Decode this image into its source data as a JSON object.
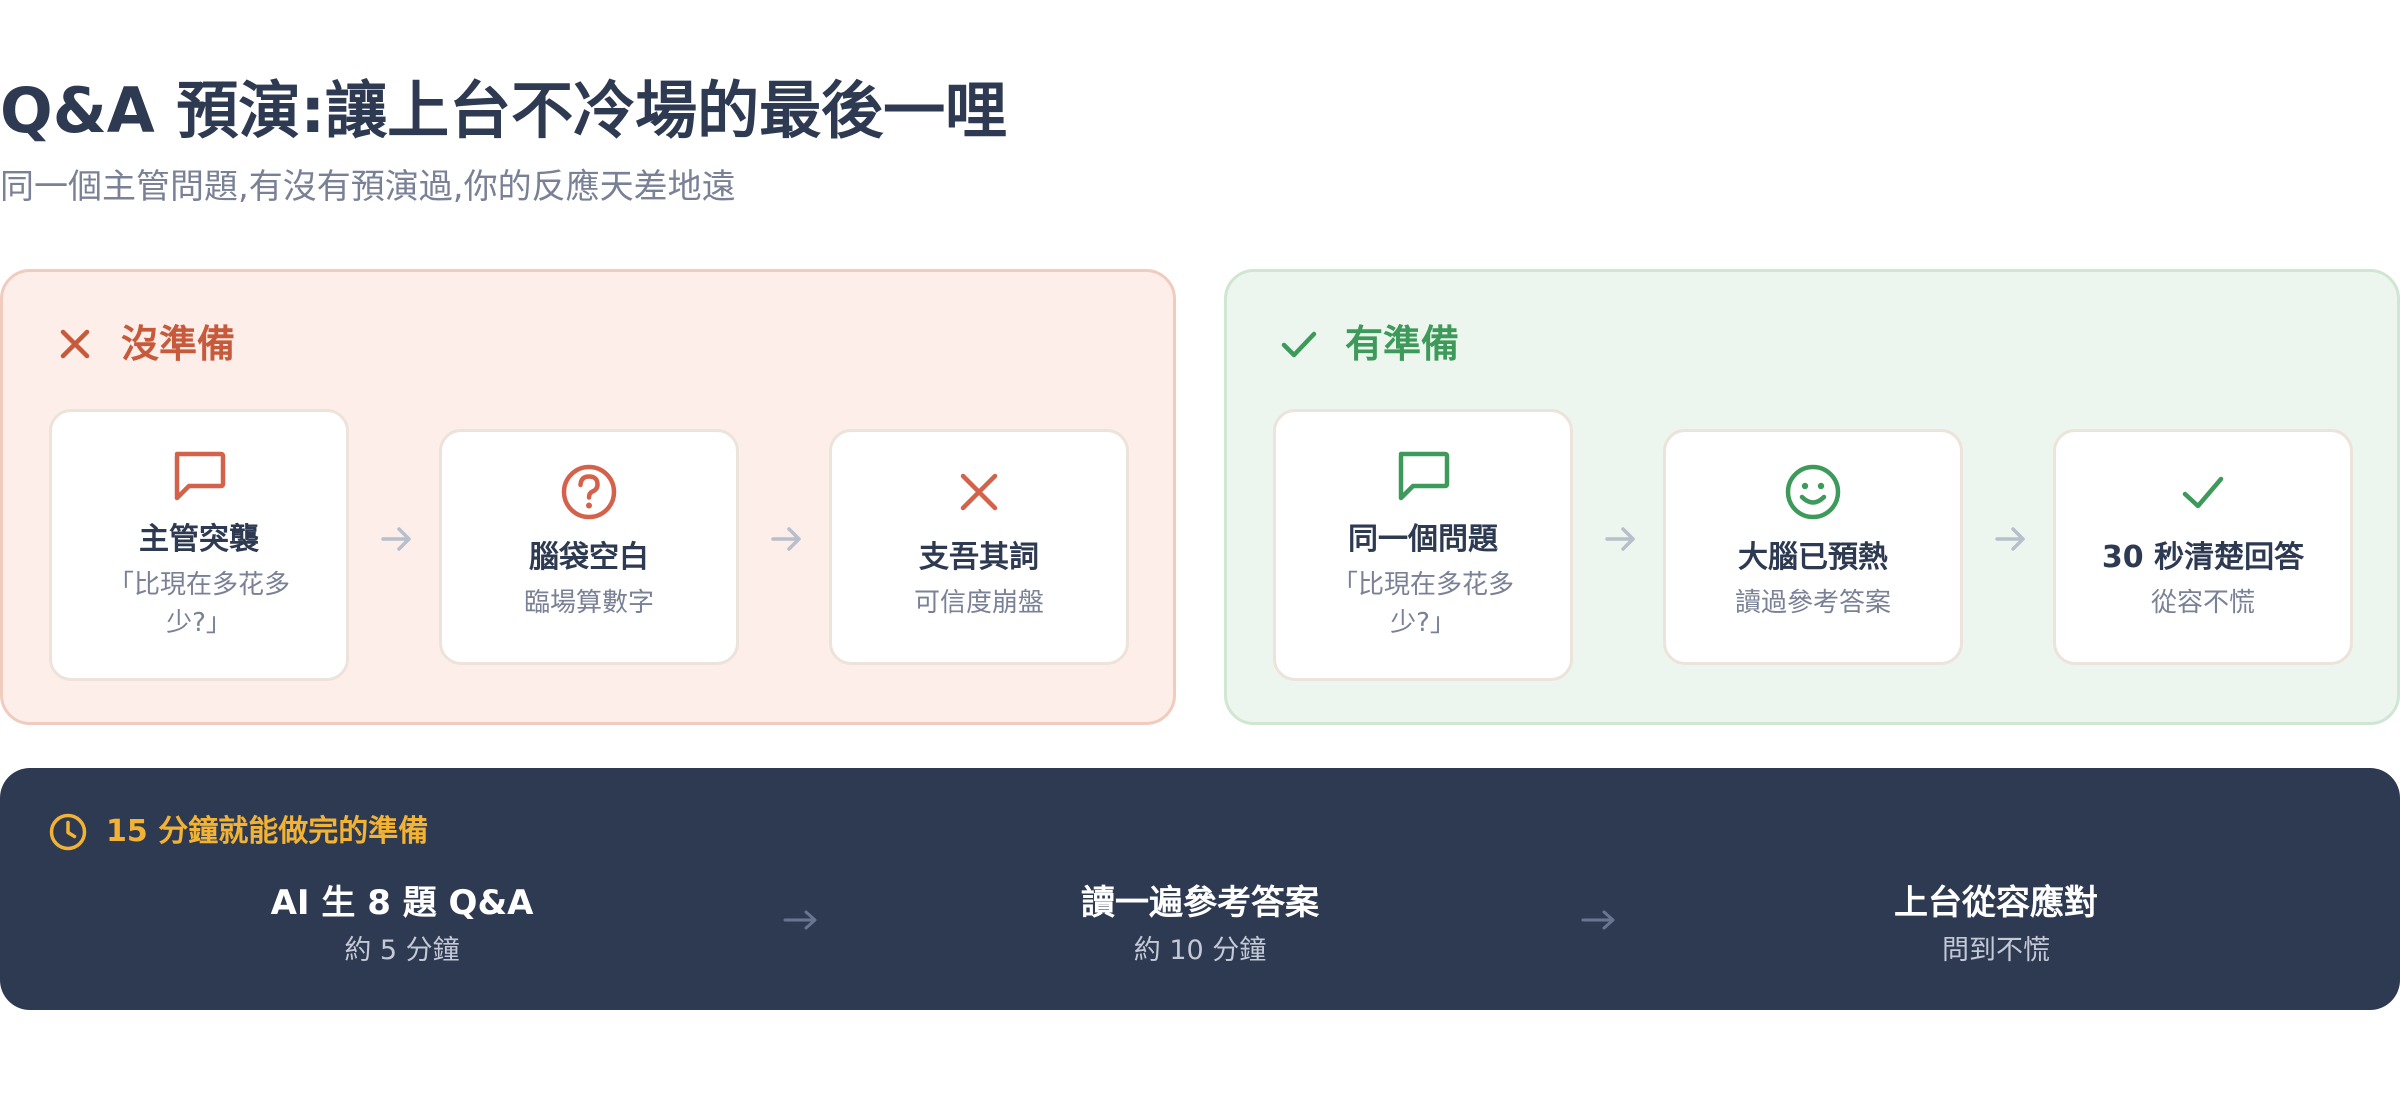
{
  "header": {
    "title": "Q&A 預演:讓上台不冷場的最後一哩",
    "subtitle": "同一個主管問題,有沒有預演過,你的反應天差地遠"
  },
  "comparison": {
    "unprepared": {
      "icon": "x-icon",
      "title": "沒準備",
      "accent_color": "#c85a3c",
      "background_color": "#fdeeea",
      "steps": [
        {
          "icon": "speech-bubble-icon",
          "title": "主管突襲",
          "subtitle": "「比現在多花多少?」"
        },
        {
          "icon": "question-circle-icon",
          "title": "腦袋空白",
          "subtitle": "臨場算數字"
        },
        {
          "icon": "x-icon",
          "title": "支吾其詞",
          "subtitle": "可信度崩盤"
        }
      ]
    },
    "prepared": {
      "icon": "check-icon",
      "title": "有準備",
      "accent_color": "#3d9a5a",
      "background_color": "#edf6ee",
      "steps": [
        {
          "icon": "speech-bubble-icon",
          "title": "同一個問題",
          "subtitle": "「比現在多花多少?」"
        },
        {
          "icon": "smiley-icon",
          "title": "大腦已預熱",
          "subtitle": "讀過參考答案"
        },
        {
          "icon": "check-icon",
          "title": "30 秒清楚回答",
          "subtitle": "從容不慌"
        }
      ]
    }
  },
  "preparation": {
    "icon": "clock-icon",
    "title": "15 分鐘就能做完的準備",
    "title_color": "#f2b233",
    "background_color": "#2e3a52",
    "steps": [
      {
        "title": "AI 生 8 題 Q&A",
        "subtitle": "約 5 分鐘"
      },
      {
        "title": "讀一遍參考答案",
        "subtitle": "約 10 分鐘"
      },
      {
        "title": "上台從容應對",
        "subtitle": "問到不慌"
      }
    ]
  }
}
